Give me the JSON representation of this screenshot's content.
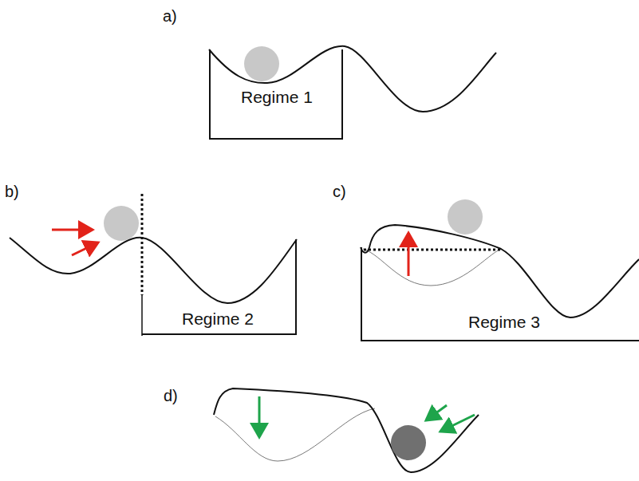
{
  "diagram": {
    "nodes": [
      {
        "text": [
          "Regime 1"
        ]
      },
      {
        "text": [
          "Regime 2"
        ]
      },
      {
        "text": [
          "Regime 3"
        ]
      }
    ],
    "labels": [
      "a)",
      "b)",
      "c)",
      "d)"
    ]
  }
}
